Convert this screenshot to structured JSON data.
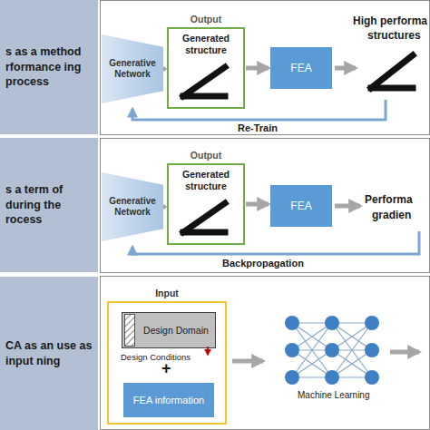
{
  "diagram": {
    "nodes": [
      {
        "text": [
          "s as a method rformance ing process"
        ]
      },
      {
        "text": [
          "Generative Network"
        ]
      },
      {
        "text": [
          "Output",
          "Generated structure"
        ]
      },
      {
        "text": [
          "FEA"
        ]
      },
      {
        "text": [
          "s a term of during the rocess"
        ]
      },
      {
        "text": [
          "Generative Network"
        ]
      },
      {
        "text": [
          "Output",
          "Generated structure"
        ]
      },
      {
        "text": [
          "FEA"
        ]
      },
      {
        "text": [
          "CA as an use as input ning"
        ]
      },
      {
        "text": [
          "Input"
        ]
      },
      {
        "text": [
          "Design Domain"
        ],
        "in": 9
      },
      {
        "text": [
          "FEA information"
        ],
        "in": 9
      }
    ],
    "edges": [
      {
        "from": 1,
        "to": 2,
        "arrow": "to"
      },
      {
        "from": 2,
        "to": 3,
        "arrow": "to"
      },
      {
        "from": 5,
        "to": 6,
        "arrow": "to"
      },
      {
        "from": 6,
        "to": 7,
        "arrow": "to"
      }
    ],
    "labels": [
      "High performa",
      "structures",
      "Re-Train",
      "Performa",
      "gradien",
      "Backpropagation",
      "Design Conditions",
      "+",
      "Machine Learning"
    ]
  }
}
